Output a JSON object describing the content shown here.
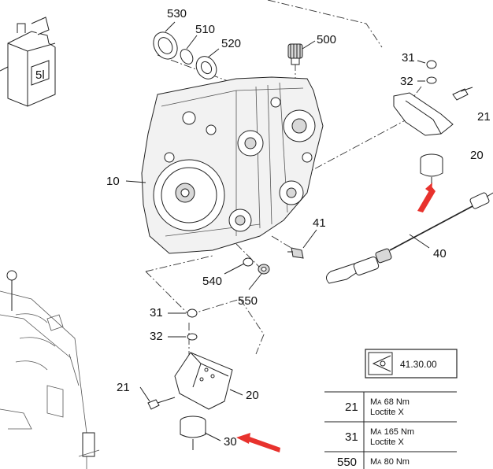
{
  "callouts": [
    {
      "id": "530",
      "text": "530"
    },
    {
      "id": "510",
      "text": "510"
    },
    {
      "id": "520",
      "text": "520"
    },
    {
      "id": "500",
      "text": "500"
    },
    {
      "id": "31a",
      "text": "31"
    },
    {
      "id": "32a",
      "text": "32"
    },
    {
      "id": "21a",
      "text": "21"
    },
    {
      "id": "20a",
      "text": "20"
    },
    {
      "id": "10",
      "text": "10"
    },
    {
      "id": "41",
      "text": "41"
    },
    {
      "id": "40",
      "text": "40"
    },
    {
      "id": "540",
      "text": "540"
    },
    {
      "id": "550",
      "text": "550"
    },
    {
      "id": "31b",
      "text": "31"
    },
    {
      "id": "32b",
      "text": "32"
    },
    {
      "id": "21b",
      "text": "21"
    },
    {
      "id": "20b",
      "text": "20"
    },
    {
      "id": "30",
      "text": "30"
    }
  ],
  "canister": {
    "label": "5l"
  },
  "reference": {
    "code": "41.30.00"
  },
  "torque_table": [
    {
      "part": "21",
      "line1_prefix": "M",
      "line1_sub": "A",
      "line1_value": " 68 Nm",
      "line2": "Loctite X"
    },
    {
      "part": "31",
      "line1_prefix": "M",
      "line1_sub": "A",
      "line1_value": " 165 Nm",
      "line2": "Loctite X"
    },
    {
      "part": "550",
      "line1_prefix": "M",
      "line1_sub": "A",
      "line1_value": " 80 Nm",
      "line2": ""
    }
  ],
  "colors": {
    "arrow": "#e8322d",
    "line": "#222222"
  }
}
